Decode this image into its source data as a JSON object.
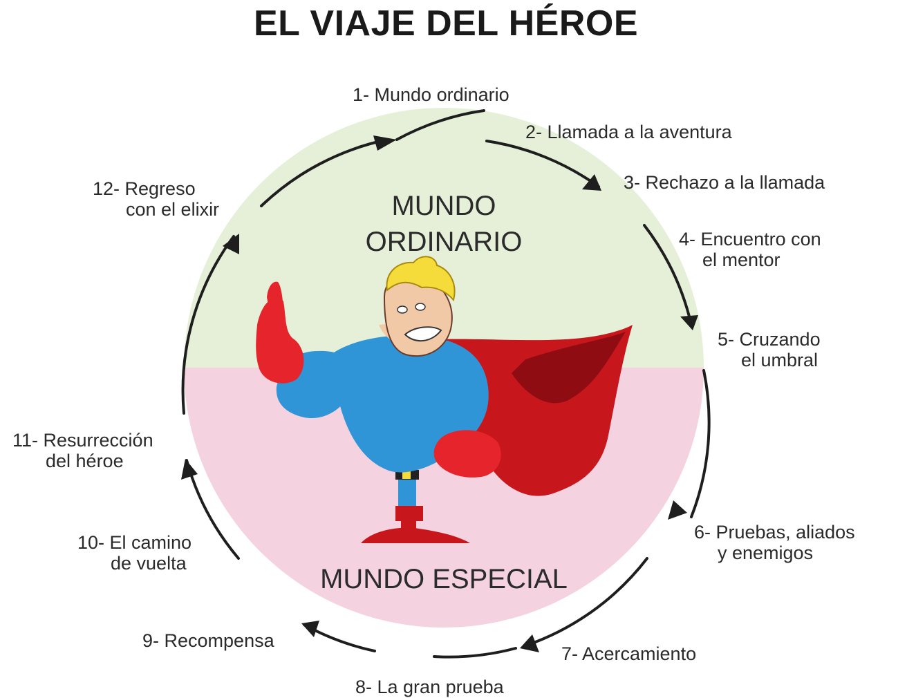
{
  "title": "EL VIAJE DEL HÉROE",
  "colors": {
    "ordinary_world": "#e6f0d8",
    "special_world": "#f4d2df",
    "cycle_line": "#1e1e1e",
    "hero_suit": "#2f95d6",
    "hero_cape": "#c8161d",
    "hero_glove": "#e5242b",
    "hero_hair": "#f6dc3a",
    "hero_skin": "#f2c9a6"
  },
  "worlds": {
    "ordinary": {
      "line1": "MUNDO",
      "line2": "ORDINARIO"
    },
    "special": "MUNDO ESPECIAL"
  },
  "stages": [
    {
      "line1": "1- Mundo ordinario",
      "line2": ""
    },
    {
      "line1": "2- Llamada a la aventura",
      "line2": ""
    },
    {
      "line1": "3- Rechazo a la llamada",
      "line2": ""
    },
    {
      "line1": "4- Encuentro con",
      "line2": "el mentor"
    },
    {
      "line1": "5- Cruzando",
      "line2": "el umbral"
    },
    {
      "line1": "6- Pruebas, aliados",
      "line2": "y enemigos"
    },
    {
      "line1": "7- Acercamiento",
      "line2": ""
    },
    {
      "line1": "8- La gran prueba",
      "line2": ""
    },
    {
      "line1": "9- Recompensa",
      "line2": ""
    },
    {
      "line1": "10- El camino",
      "line2": "de vuelta"
    },
    {
      "line1": "11- Resurrección",
      "line2": "del héroe"
    },
    {
      "line1": "12- Regreso",
      "line2": "con el elixir"
    }
  ],
  "illustration": {
    "icon": "superhero-icon"
  }
}
